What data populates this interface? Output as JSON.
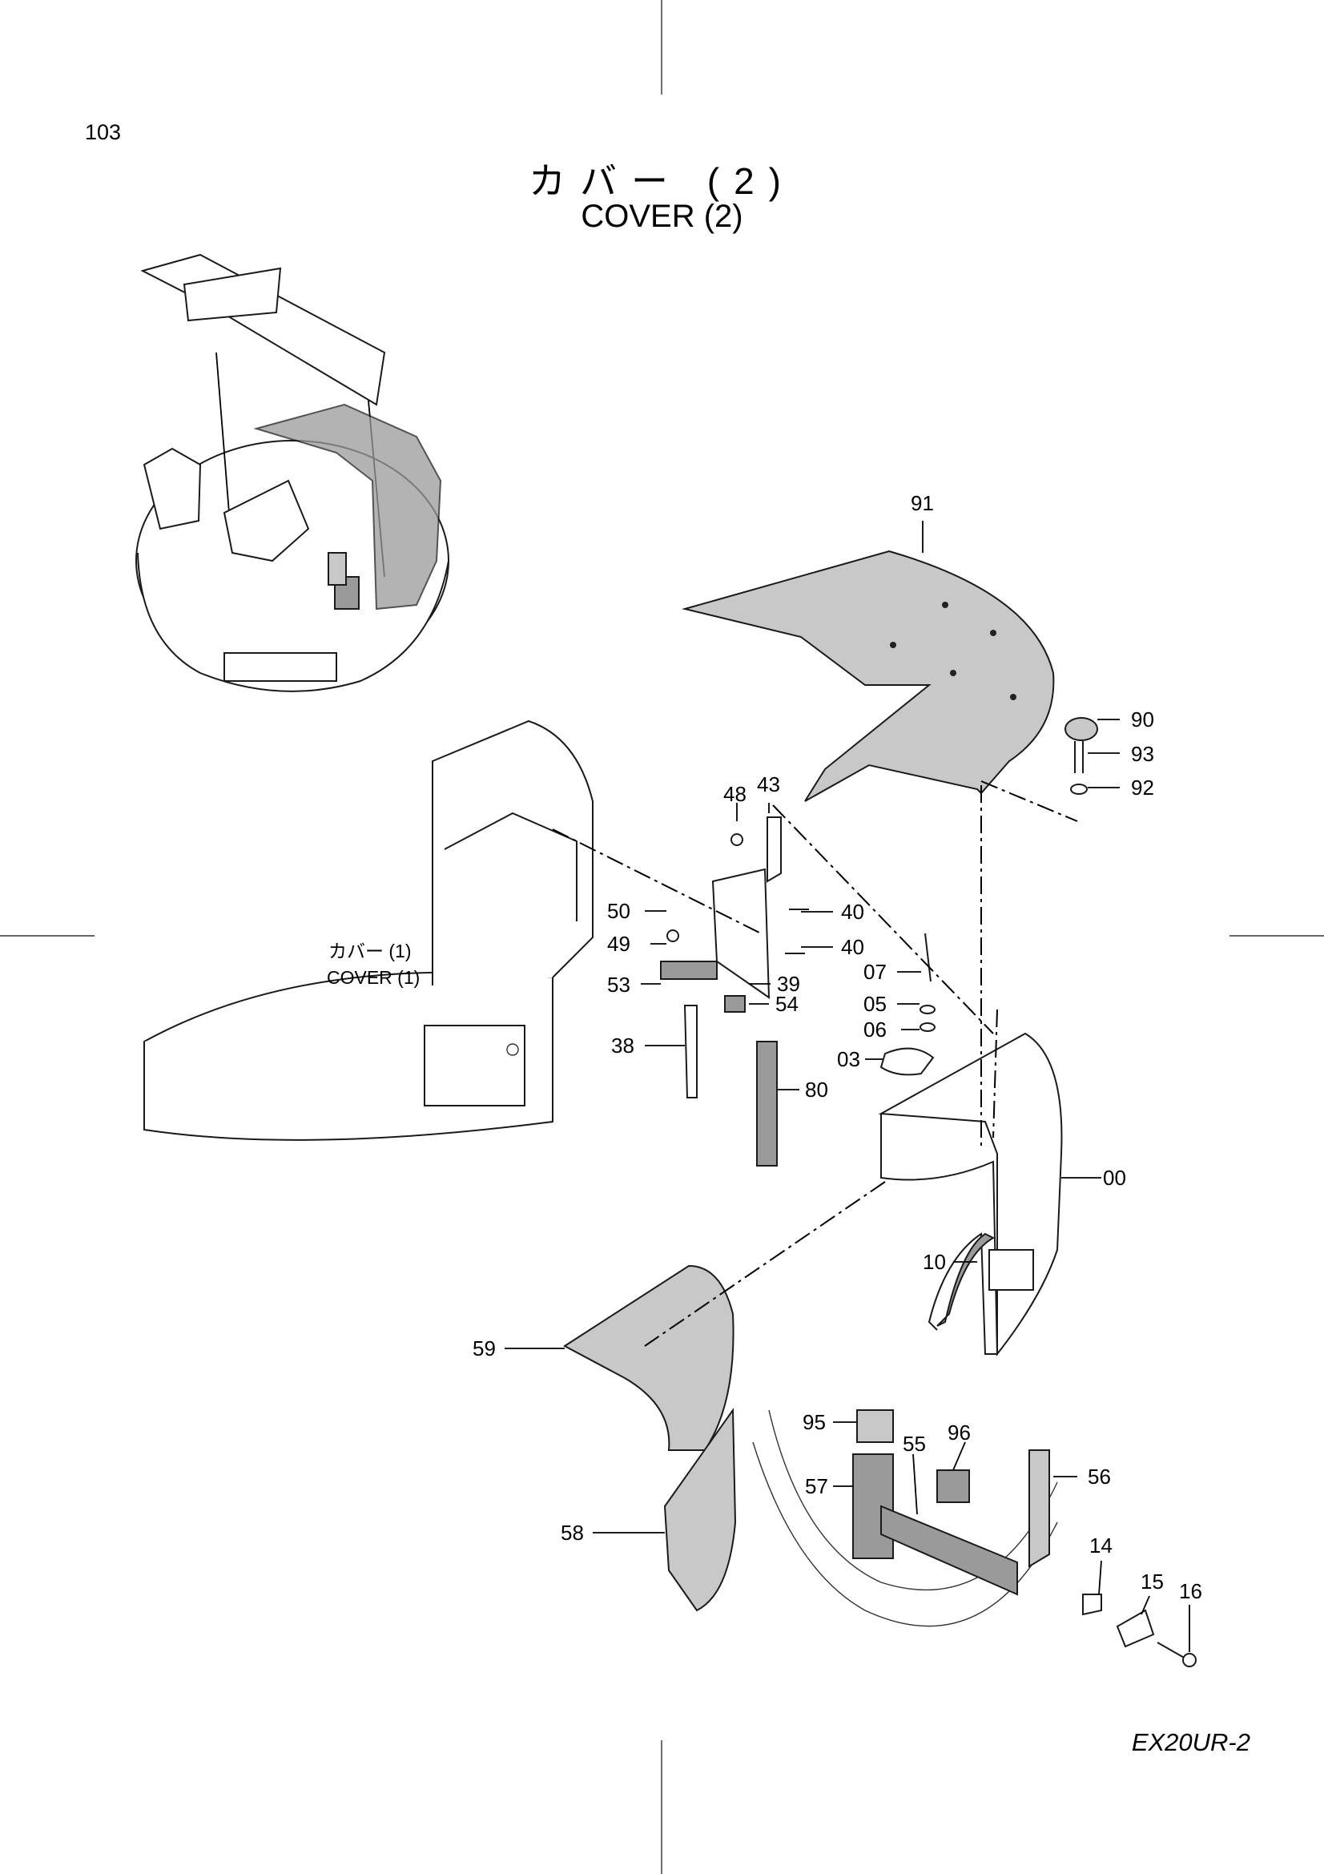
{
  "page": {
    "number": "103",
    "model": "EX20UR-2"
  },
  "title": {
    "jp": "カバー (2)",
    "en": "COVER (2)"
  },
  "reference": {
    "jp": "カバー (1)",
    "en": "COVER (1)"
  },
  "callouts": [
    {
      "id": "91"
    },
    {
      "id": "90"
    },
    {
      "id": "93"
    },
    {
      "id": "92"
    },
    {
      "id": "48"
    },
    {
      "id": "43"
    },
    {
      "id": "50"
    },
    {
      "id": "40"
    },
    {
      "id": "49"
    },
    {
      "id": "40"
    },
    {
      "id": "53"
    },
    {
      "id": "39"
    },
    {
      "id": "54"
    },
    {
      "id": "07"
    },
    {
      "id": "05"
    },
    {
      "id": "06"
    },
    {
      "id": "03"
    },
    {
      "id": "38"
    },
    {
      "id": "80"
    },
    {
      "id": "00"
    },
    {
      "id": "10"
    },
    {
      "id": "59"
    },
    {
      "id": "95"
    },
    {
      "id": "96"
    },
    {
      "id": "55"
    },
    {
      "id": "57"
    },
    {
      "id": "56"
    },
    {
      "id": "14"
    },
    {
      "id": "15"
    },
    {
      "id": "16"
    },
    {
      "id": "58"
    }
  ]
}
